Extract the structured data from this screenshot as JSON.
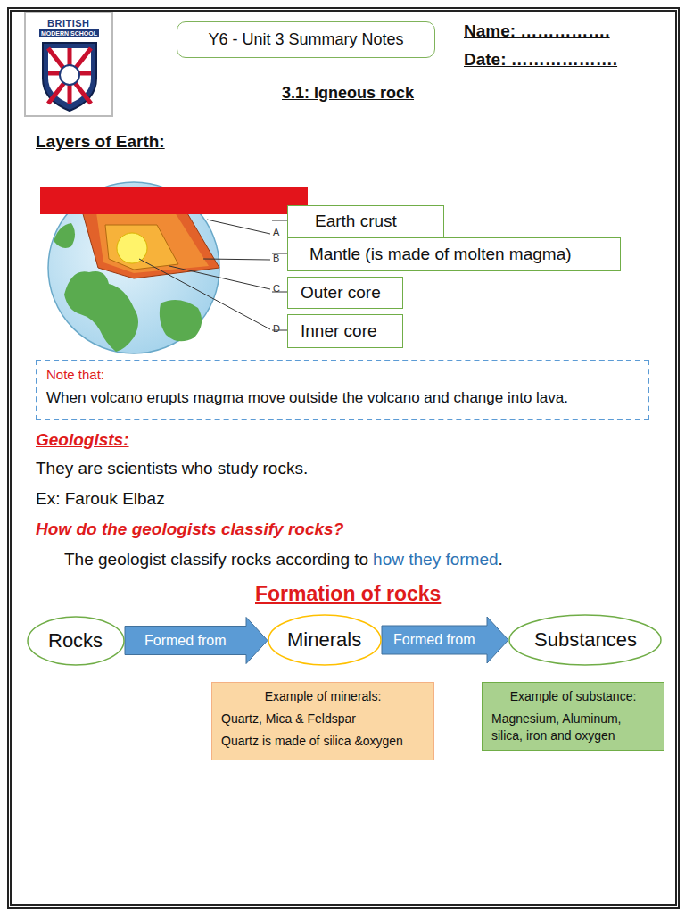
{
  "diagram": {
    "title": "3.1: Igneous rock",
    "nodes": [
      {
        "text": [
          "Y6 - Unit 3 Summary Notes"
        ]
      },
      {
        "text": [
          "Earth crust"
        ]
      },
      {
        "text": [
          "Mantle (is made of molten magma)"
        ]
      },
      {
        "text": [
          "Outer core"
        ]
      },
      {
        "text": [
          "Inner core"
        ]
      },
      {
        "text": [
          "Note that:",
          "When volcano erupts magma move outside the volcano and change into lava."
        ]
      },
      {
        "text": [
          "Rocks"
        ]
      },
      {
        "text": [
          "Minerals"
        ]
      },
      {
        "text": [
          "Substances"
        ]
      },
      {
        "text": [
          "Example of minerals:",
          "Quartz, Mica & Feldspar",
          "Quartz is made of silica &oxygen"
        ]
      },
      {
        "text": [
          "Example of substance:",
          "Magnesium, Aluminum, silica, iron and oxygen"
        ]
      }
    ],
    "edges": [
      {
        "from": 6,
        "to": 7,
        "arrow": "to",
        "label": "Formed from"
      },
      {
        "from": 7,
        "to": 8,
        "arrow": "to",
        "label": "Formed from"
      }
    ],
    "labels": [
      "BRITISH",
      "MODERN SCHOOL",
      "Name: …………….",
      "Date: ……………….",
      "Layers of Earth:",
      "A",
      "B",
      "C",
      "D",
      "Geologists:",
      "They are scientists who study rocks.",
      "Ex: Farouk Elbaz",
      "How do the geologists classify rocks?",
      "The geologist classify rocks according to",
      "how they formed",
      ".",
      "Formation of rocks"
    ]
  }
}
